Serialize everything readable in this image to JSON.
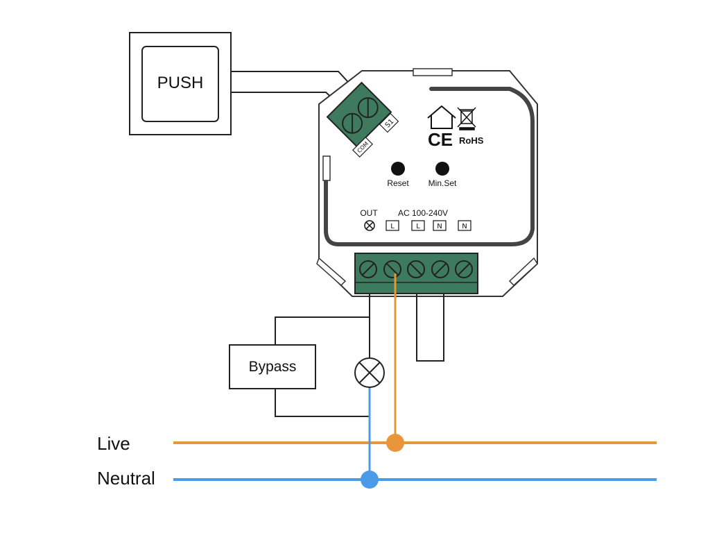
{
  "push_button": {
    "label": "PUSH"
  },
  "bypass": {
    "label": "Bypass"
  },
  "lines": {
    "live": {
      "label": "Live",
      "color": "#E8963A"
    },
    "neutral": {
      "label": "Neutral",
      "color": "#4A9CE8"
    }
  },
  "device": {
    "input_terminals": {
      "s1": "S1",
      "com": "COM"
    },
    "buttons": {
      "reset": "Reset",
      "min_set": "Min.Set"
    },
    "out_label": "OUT",
    "ac_label": "AC 100-240V",
    "terminal_labels": [
      "L",
      "L",
      "N",
      "N"
    ],
    "ce_mark": "CE",
    "rohs_mark": "RoHS",
    "terminal_color": "#3E7A5E"
  },
  "icons": [
    "house-icon",
    "weee-bin-icon",
    "ce-mark-icon",
    "lamp-icon"
  ]
}
